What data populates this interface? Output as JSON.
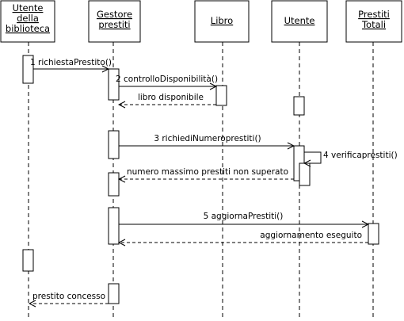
{
  "participants": [
    {
      "id": "utente-biblioteca",
      "lines": [
        "Utente",
        "della",
        "biblioteca"
      ]
    },
    {
      "id": "gestore-prestiti",
      "lines": [
        "Gestore",
        "prestiti"
      ]
    },
    {
      "id": "libro",
      "lines": [
        "Libro"
      ]
    },
    {
      "id": "utente",
      "lines": [
        "Utente"
      ]
    },
    {
      "id": "prestiti-totali",
      "lines": [
        "Prestiti",
        "Totali"
      ]
    }
  ],
  "messages": [
    {
      "id": "richiesta-prestito",
      "label": "1 richiestaPrestito()",
      "from": "utente-biblioteca",
      "to": "gestore-prestiti",
      "kind": "call"
    },
    {
      "id": "controllo-disponibilita",
      "label": "2 controlloDisponibilità()",
      "from": "gestore-prestiti",
      "to": "libro",
      "kind": "call"
    },
    {
      "id": "libro-disponibile",
      "label": "libro disponibile",
      "from": "libro",
      "to": "gestore-prestiti",
      "kind": "return"
    },
    {
      "id": "richiedi-numero-prestiti",
      "label": "3 richiediNumeroprestiti()",
      "from": "gestore-prestiti",
      "to": "utente",
      "kind": "call"
    },
    {
      "id": "verifica-prestiti",
      "label": "4 verificaprestiti()",
      "from": "utente",
      "to": "utente",
      "kind": "self"
    },
    {
      "id": "numero-massimo-non-superato",
      "label": "numero massimo prestiti non superato",
      "from": "utente",
      "to": "gestore-prestiti",
      "kind": "return"
    },
    {
      "id": "aggiorna-prestiti",
      "label": "5 aggiornaPrestiti()",
      "from": "gestore-prestiti",
      "to": "prestiti-totali",
      "kind": "call"
    },
    {
      "id": "aggiornamento-eseguito",
      "label": "aggiornamento eseguito",
      "from": "prestiti-totali",
      "to": "gestore-prestiti",
      "kind": "return"
    },
    {
      "id": "prestito-concesso",
      "label": "prestito concesso",
      "from": "gestore-prestiti",
      "to": "utente-biblioteca",
      "kind": "return"
    }
  ]
}
